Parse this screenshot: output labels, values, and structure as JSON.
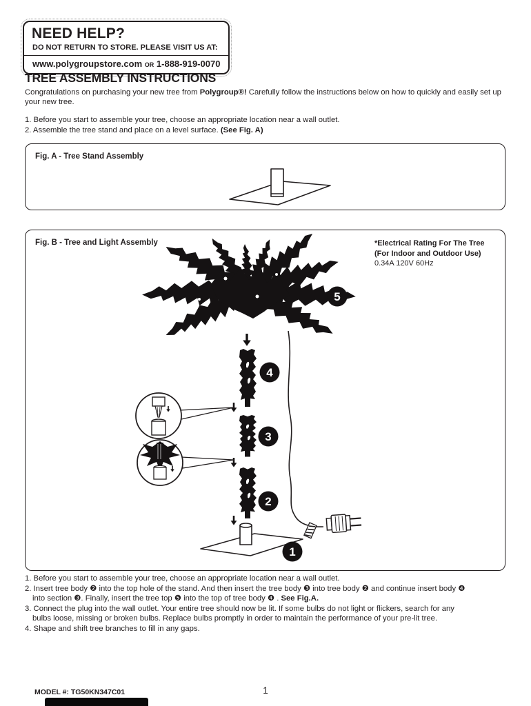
{
  "page": {
    "help_box": {
      "title": "NEED HELP?",
      "line1": "DO NOT RETURN TO STORE. PLEASE VISIT US AT:",
      "website": "www.polygroupstore.com",
      "or": "OR",
      "phone": "1-888-919-0070"
    },
    "header": {
      "title": "TREE ASSEMBLY INSTRUCTIONS",
      "intro_1": "Congratulations on purchasing your new tree from ",
      "intro_brand": "Polygroup®!",
      "intro_2": " Carefully follow the instructions below on how to quickly and easily set up your new tree.",
      "step1": "1. Before you start to assemble your tree, choose an appropriate location near a wall outlet.",
      "step2": "2. Assemble the tree stand and place on a level surface. ",
      "step2_bold": "(See Fig. A)"
    },
    "fig_a": {
      "label": "Fig. A - Tree Stand Assembly"
    },
    "fig_b": {
      "label": "Fig. B - Tree and Light Assembly",
      "rating_line1": "*Electrical Rating For The Tree",
      "rating_line2": "(For Indoor and Outdoor Use)",
      "rating_line3": "0.34A 120V 60Hz",
      "badges": [
        "1",
        "2",
        "3",
        "4",
        "5"
      ]
    },
    "assembly_steps": {
      "line1": "1. Before you start to assemble your tree, choose an appropriate location near a wall outlet.",
      "line2": "2.  Insert tree body ❷ into the top hole of the stand. And then insert the tree body ❸ into tree body ❷ and continue insert body ❹",
      "line3": "into section ❸. Finally, insert the tree top ❺ into the top of tree body ❹ . ",
      "line3_bold": "See Fig.A.",
      "line4": "3. Connect the plug into the wall outlet. Your entire tree should now be lit. If some bulbs do not light or flickers, search for any",
      "line5": "bulbs loose, missing or broken bulbs. Replace bulbs promptly in order to maintain the performance of your pre-lit tree.",
      "line6": "4. Shape and shift tree branches to fill in any gaps."
    },
    "footer": {
      "model": "MODEL #: TG50KN347C01",
      "page_number": "1"
    }
  }
}
